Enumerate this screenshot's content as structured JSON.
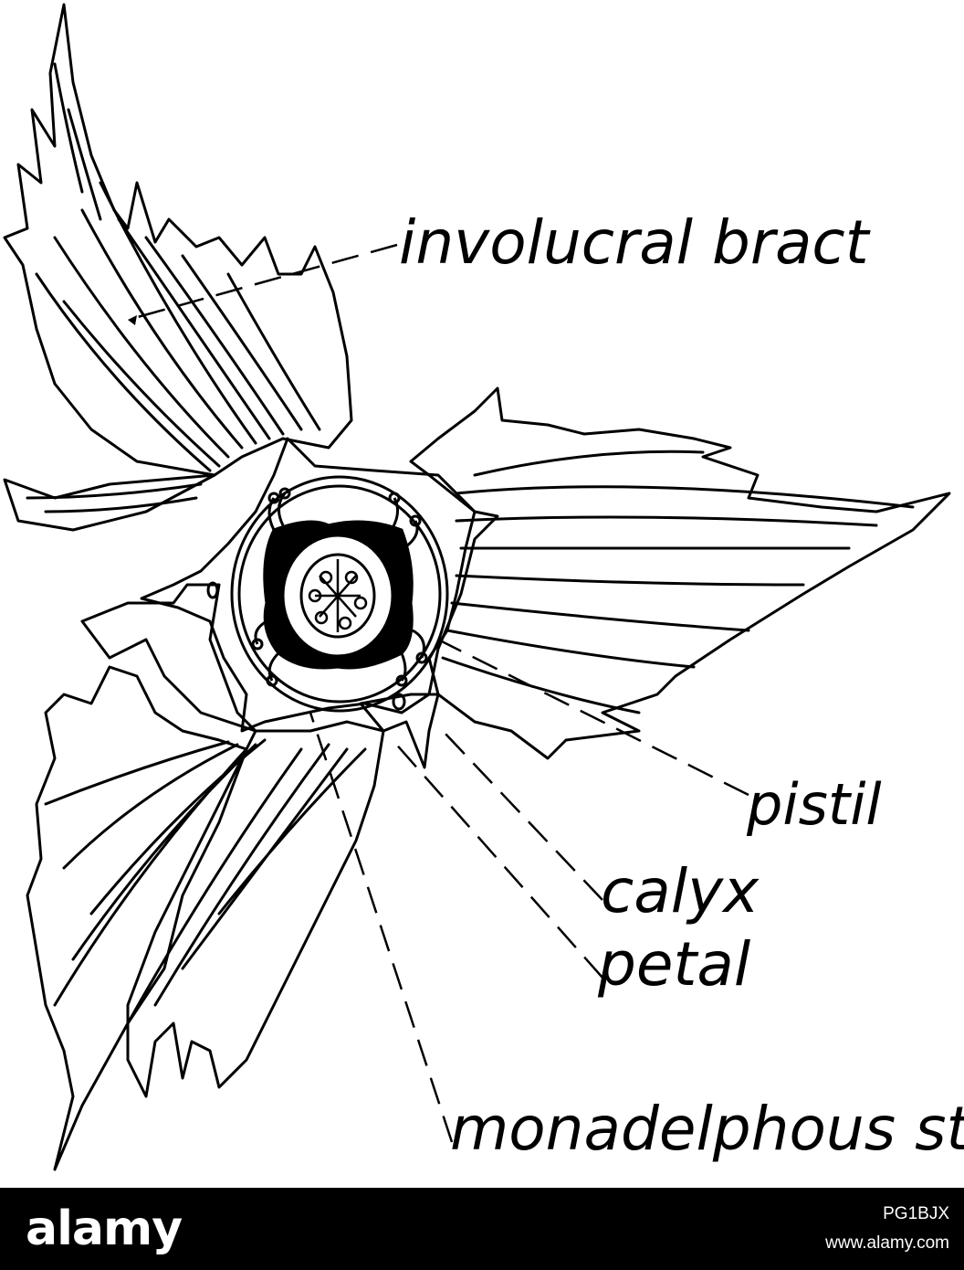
{
  "diagram": {
    "labels": {
      "involucral_bract": "involucral bract",
      "pistil": "pistil",
      "calyx": "calyx",
      "petal": "petal",
      "monadelphous_stamen": "monadelphous stamen"
    }
  },
  "watermark": {
    "brand": "alamy",
    "image_id": "PG1BJX",
    "url": "www.alamy.com"
  },
  "colors": {
    "ink": "#000000",
    "paper": "#ffffff",
    "banner": "#000000"
  }
}
